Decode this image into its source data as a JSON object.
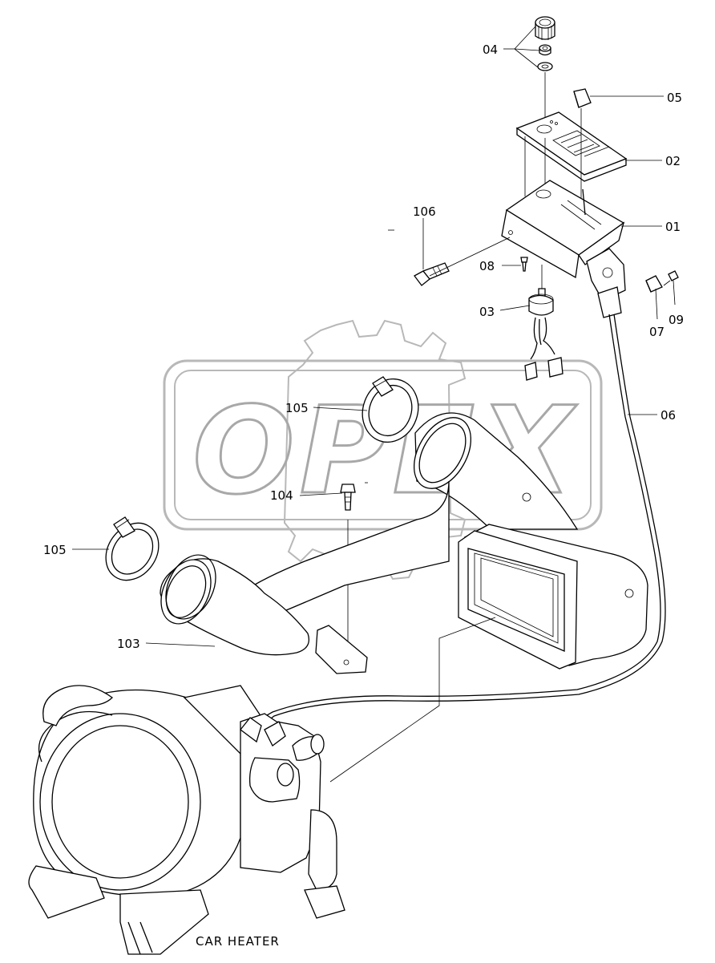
{
  "watermark": {
    "text": "OPEX"
  },
  "caption": "CAR HEATER",
  "callouts": [
    {
      "id": "01",
      "name": "callout-01"
    },
    {
      "id": "02",
      "name": "callout-02"
    },
    {
      "id": "03",
      "name": "callout-03"
    },
    {
      "id": "04",
      "name": "callout-04"
    },
    {
      "id": "05",
      "name": "callout-05"
    },
    {
      "id": "06",
      "name": "callout-06"
    },
    {
      "id": "07",
      "name": "callout-07"
    },
    {
      "id": "08",
      "name": "callout-08"
    },
    {
      "id": "09",
      "name": "callout-09"
    },
    {
      "id": "103",
      "name": "callout-103"
    },
    {
      "id": "104",
      "name": "callout-104"
    },
    {
      "id": "105",
      "name": "callout-105-upper"
    },
    {
      "id": "105",
      "name": "callout-105-lower"
    },
    {
      "id": "106",
      "name": "callout-106"
    }
  ]
}
